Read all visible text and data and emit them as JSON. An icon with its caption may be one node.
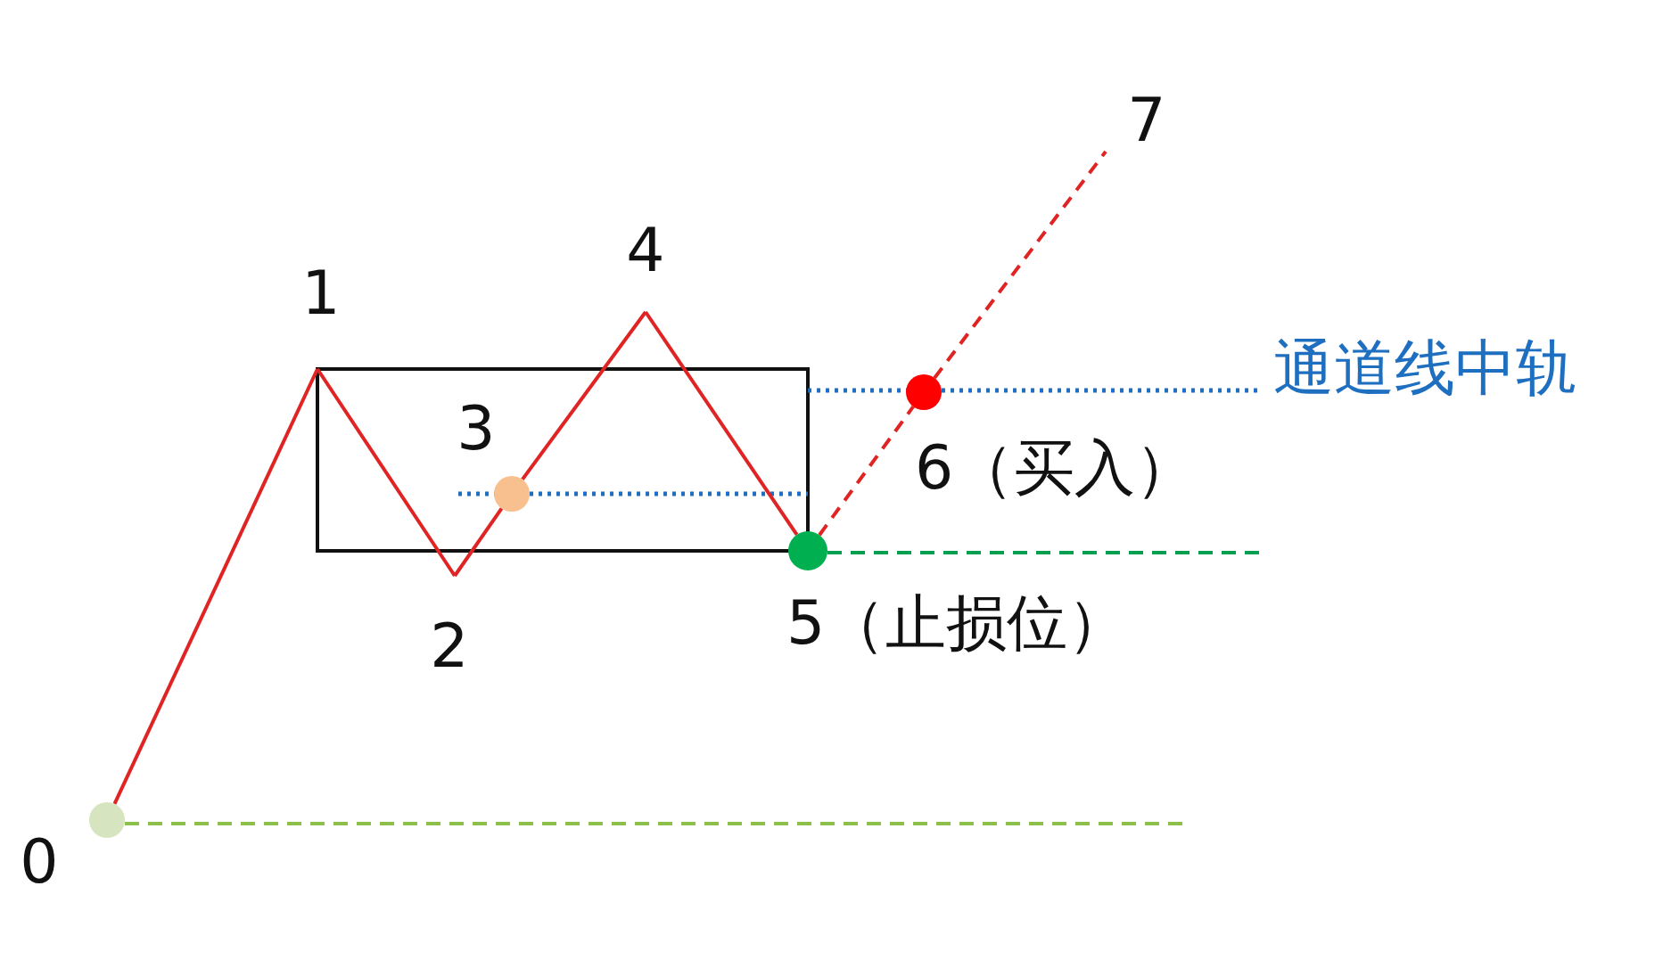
{
  "diagram": {
    "nodes": [
      {
        "text": [
          "0"
        ]
      },
      {
        "text": [
          "1"
        ]
      },
      {
        "text": [
          "2"
        ]
      },
      {
        "text": [
          "3"
        ]
      },
      {
        "text": [
          "4"
        ]
      },
      {
        "text": [
          "5（止损位）"
        ]
      },
      {
        "text": [
          "6（买入）"
        ]
      },
      {
        "text": [
          "7"
        ]
      }
    ],
    "edges": [
      {
        "from": 0,
        "to": 1,
        "arrow": "none"
      },
      {
        "from": 1,
        "to": 2,
        "arrow": "none"
      },
      {
        "from": 2,
        "to": 3,
        "arrow": "none"
      },
      {
        "from": 3,
        "to": 4,
        "arrow": "none"
      },
      {
        "from": 4,
        "to": 5,
        "arrow": "none"
      },
      {
        "from": 5,
        "to": 6,
        "arrow": "none",
        "style": "dashed"
      },
      {
        "from": 6,
        "to": 7,
        "arrow": "none",
        "style": "dashed"
      }
    ],
    "labels": [
      "通道线中轨"
    ]
  }
}
